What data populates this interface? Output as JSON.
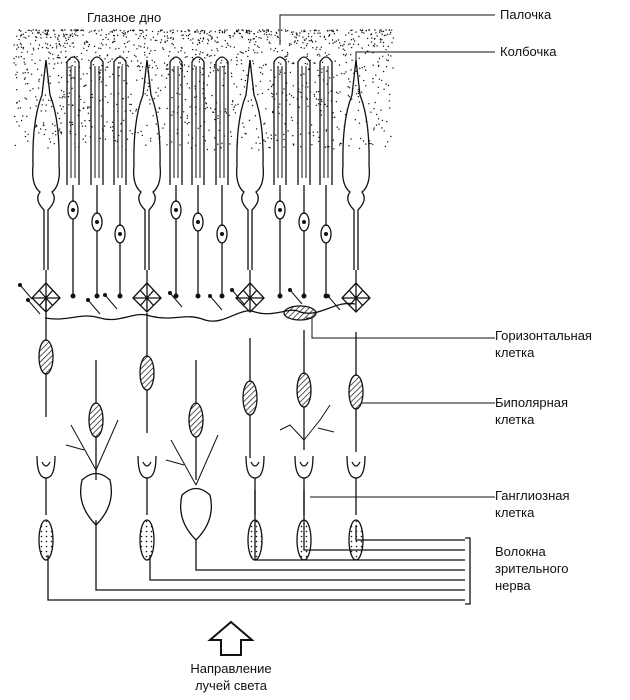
{
  "labels": {
    "fundus": "Глазное дно",
    "rod": "Палочка",
    "cone": "Колбочка",
    "horizontal_1": "Горизонтальная",
    "horizontal_2": "клетка",
    "bipolar_1": "Биполярная",
    "bipolar_2": "клетка",
    "ganglion_1": "Ганглиозная",
    "ganglion_2": "клетка",
    "fibers_1": "Волокна",
    "fibers_2": "зрительного",
    "fibers_3": "нерва",
    "light_1": "Направление",
    "light_2": "лучей света"
  },
  "icons": {
    "light_direction": "up-arrow-icon"
  }
}
